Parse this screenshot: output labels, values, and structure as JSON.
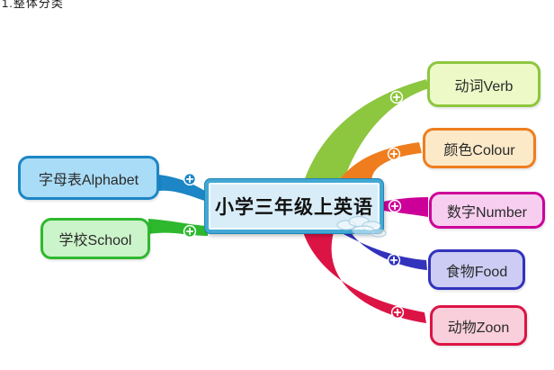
{
  "page": {
    "section_label": "1.整体分类",
    "background": "#ffffff"
  },
  "mindmap": {
    "root": {
      "label": "小学三年级上英语",
      "fill": "#d8edf7",
      "border": "#42a8d4"
    },
    "branches": [
      {
        "id": "alphabet",
        "label": "字母表Alphabet",
        "side": "left",
        "fill": "#a9dcf6",
        "border": "#1c86c6"
      },
      {
        "id": "school",
        "label": "学校School",
        "side": "left",
        "fill": "#cbf4ca",
        "border": "#2eb82e"
      },
      {
        "id": "verb",
        "label": "动词Verb",
        "side": "right",
        "fill": "#edfac7",
        "border": "#8dc63f"
      },
      {
        "id": "colour",
        "label": "颜色Colour",
        "side": "right",
        "fill": "#fbe9c8",
        "border": "#ef7d1e"
      },
      {
        "id": "number",
        "label": "数字Number",
        "side": "right",
        "fill": "#f8cef0",
        "border": "#cc0099"
      },
      {
        "id": "food",
        "label": "食物Food",
        "side": "right",
        "fill": "#ccccf4",
        "border": "#3232bd"
      },
      {
        "id": "zoon",
        "label": "动物Zoon",
        "side": "right",
        "fill": "#facfdc",
        "border": "#dc1445"
      }
    ],
    "icons": {
      "connector_badge": "plus-icon",
      "watermark": "cloud-watermark"
    }
  }
}
